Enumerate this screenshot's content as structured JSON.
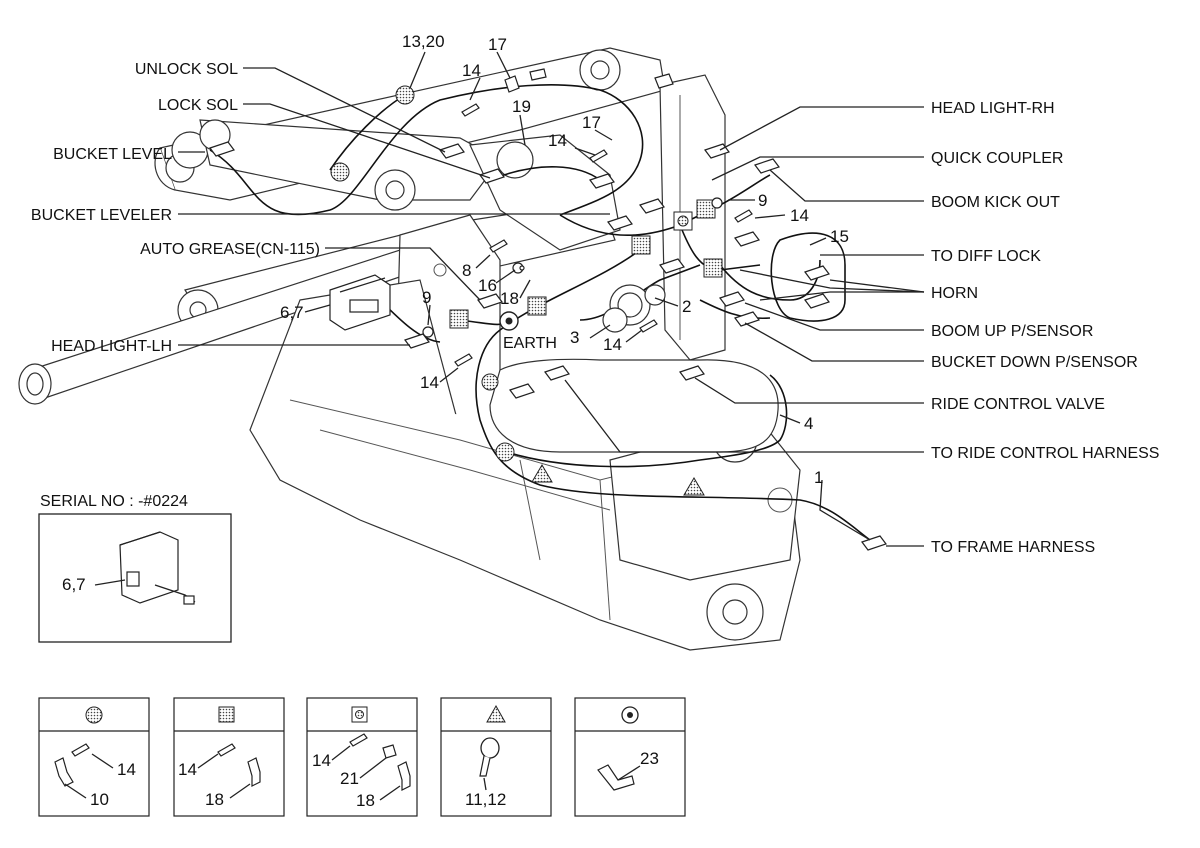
{
  "callouts_right": [
    "HEAD LIGHT-RH",
    "QUICK COUPLER",
    "BOOM KICK OUT",
    "TO DIFF LOCK",
    "HORN",
    "BOOM UP P/SENSOR",
    "BUCKET DOWN P/SENSOR",
    "RIDE CONTROL VALVE",
    "TO RIDE CONTROL HARNESS",
    "TO FRAME HARNESS"
  ],
  "callouts_left": [
    "UNLOCK SOL",
    "LOCK SOL",
    "BUCKET LEVEL",
    "BUCKET LEVELER",
    "AUTO GREASE(CN-115)",
    "HEAD LIGHT-LH"
  ],
  "part_numbers": {
    "n13_20": "13,20",
    "n17a": "17",
    "n14a": "14",
    "n19": "19",
    "n17b": "17",
    "n14b": "14",
    "n9a": "9",
    "n14c": "14",
    "n15": "15",
    "n8": "8",
    "n16": "16",
    "n18": "18",
    "n2": "2",
    "n6_7": "6,7",
    "n9b": "9",
    "n3": "3",
    "n14d": "14",
    "n14e": "14",
    "n4": "4",
    "n1": "1"
  },
  "earth_label": "EARTH",
  "serial_inset": {
    "title": "SERIAL NO : -#0224",
    "part": "6,7"
  },
  "legend_boxes": [
    {
      "symbol": "circle-dotted",
      "parts": [
        "14",
        "10"
      ]
    },
    {
      "symbol": "square-dotted",
      "parts": [
        "14",
        "18"
      ]
    },
    {
      "symbol": "square-with-circle",
      "parts": [
        "14",
        "21",
        "18"
      ]
    },
    {
      "symbol": "triangle-dotted",
      "parts": [
        "11,12"
      ]
    },
    {
      "symbol": "circle-with-dot",
      "parts": [
        "23"
      ]
    }
  ]
}
